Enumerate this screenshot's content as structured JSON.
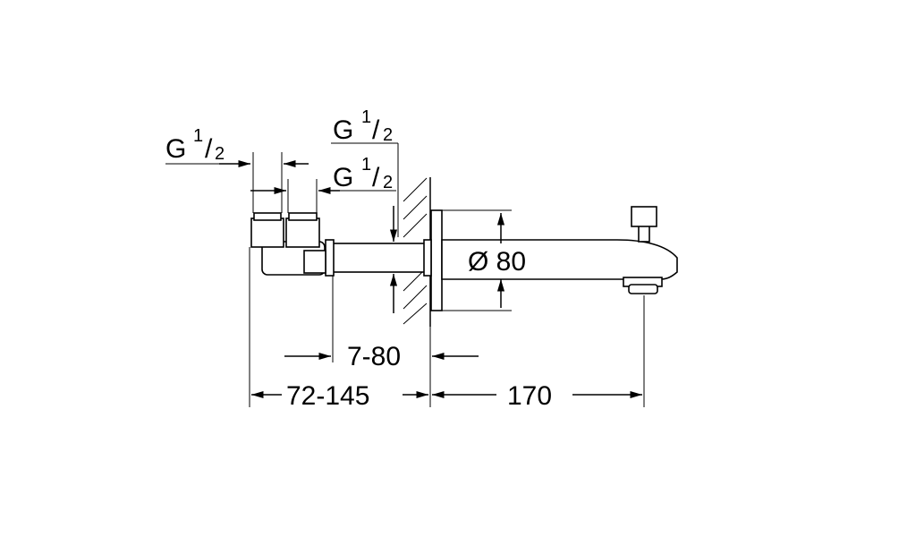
{
  "drawing": {
    "labels": {
      "g_left": {
        "letter": "G",
        "num": "1",
        "den": "2"
      },
      "g_top": {
        "letter": "G",
        "num": "1",
        "den": "2"
      },
      "g_mid": {
        "letter": "G",
        "num": "1",
        "den": "2"
      },
      "diameter": "Ø 80",
      "depth": "7-80",
      "length_left": "72-145",
      "length_right": "170"
    },
    "colors": {
      "line": "#000000",
      "background": "#ffffff"
    }
  }
}
